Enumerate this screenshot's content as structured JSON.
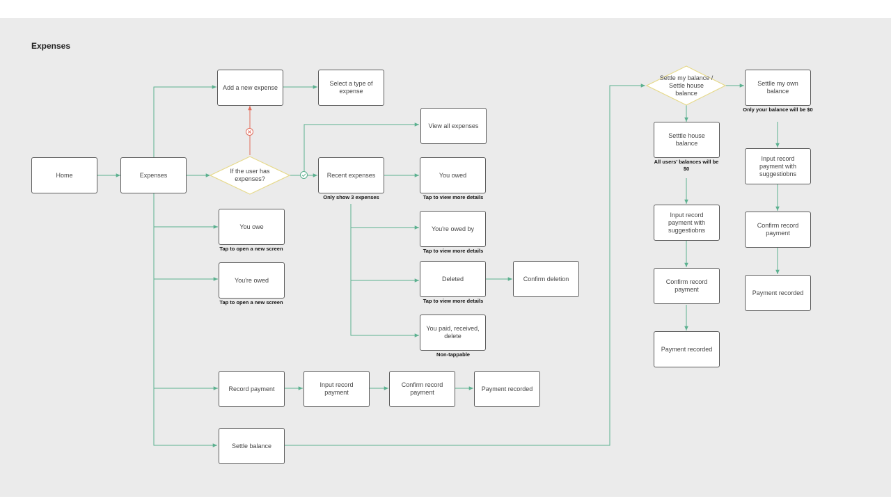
{
  "title": "Expenses",
  "colors": {
    "background": "#ebebeb",
    "connector": "#5bb08f",
    "reject": "#e06b5a",
    "decision_border": "#e6d98a"
  },
  "nodes": {
    "home": "Home",
    "expenses": "Expenses",
    "decision_has_expenses": "If the user has expenses?",
    "add_new_expense": "Add a new expense",
    "select_expense_type": "Select a type of expense",
    "view_all_expenses": "View all expenses",
    "recent_expenses": "Recent expenses",
    "you_owed": "You owed",
    "you_owe": "You owe",
    "youre_owed_by": "You're owed by",
    "youre_owed": "You're owed",
    "deleted": "Deleted",
    "confirm_deletion": "Confirm deletion",
    "you_paid_received_delete": "You paid, received, delete",
    "record_payment": "Record payment",
    "input_record_payment": "Input record payment",
    "confirm_record_payment": "Confirm record payment",
    "payment_recorded": "Payment recorded",
    "settle_balance": "Settle balance",
    "decision_settle": "Settle my balance / Settle house balance",
    "settle_house_balance": "Setttle house balance",
    "settle_own_balance": "Settlle my own balance",
    "house_input_record_payment": "Input record payment with suggestiobns",
    "house_confirm_record_payment": "Confirm record payment",
    "house_payment_recorded": "Payment recorded",
    "own_input_record_payment": "Input record payment with suggestiobns",
    "own_confirm_record_payment": "Confirm record payment",
    "own_payment_recorded": "Payment recorded"
  },
  "notes": {
    "only_show_3": "Only show 3 expenses",
    "you_owed_tap": "Tap to view more details",
    "you_owe_tap": "Tap to open a new screen",
    "youre_owed_by_tap": "Tap to view more details",
    "youre_owed_tap": "Tap to open a new screen",
    "deleted_tap": "Tap to view more details",
    "non_tappable": "Non-tappable",
    "all_users_zero": "All users' balances will be $0",
    "only_your_zero": "Only your balance will be $0"
  },
  "icons": {
    "yes_branch": "check-circle-icon",
    "no_branch": "x-circle-icon"
  }
}
